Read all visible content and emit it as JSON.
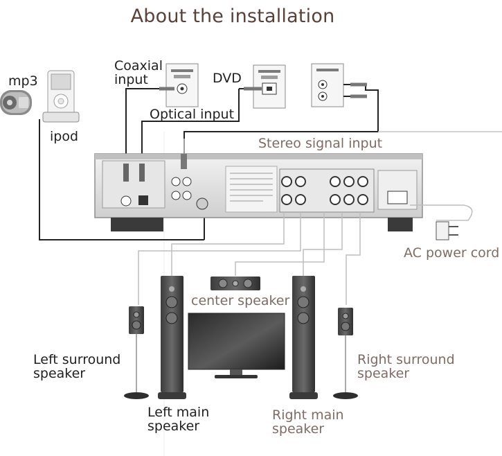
{
  "title": "About the installation",
  "labels": {
    "mp3": "mp3",
    "coaxial_input": "Coaxial\ninput",
    "dvd": "DVD",
    "ipod": "ipod",
    "optical_input": "Optical input",
    "stereo_signal_input": "Stereo signal input",
    "ac_power_cord": "AC power cord",
    "center_speaker": "center speaker",
    "left_surround_speaker": "Left surround\nspeaker",
    "right_surround_speaker": "Right surround\nspeaker",
    "left_main_speaker": "Left main\nspeaker",
    "right_main_speaker": "Right main\nspeaker"
  },
  "colors": {
    "title": "#5a4138",
    "dark_label": "#1f1f1f",
    "soft_label": "#7f6b63",
    "line_dark": "#222222",
    "line_soft": "#b7b7b7"
  },
  "icons": [
    "mp3-player-icon",
    "ipod-dock-icon",
    "coaxial-output-box-icon",
    "optical-output-box-icon",
    "audio-output-box-icon",
    "amplifier-icon",
    "speaker-icon",
    "tv-icon",
    "power-plug-icon"
  ]
}
